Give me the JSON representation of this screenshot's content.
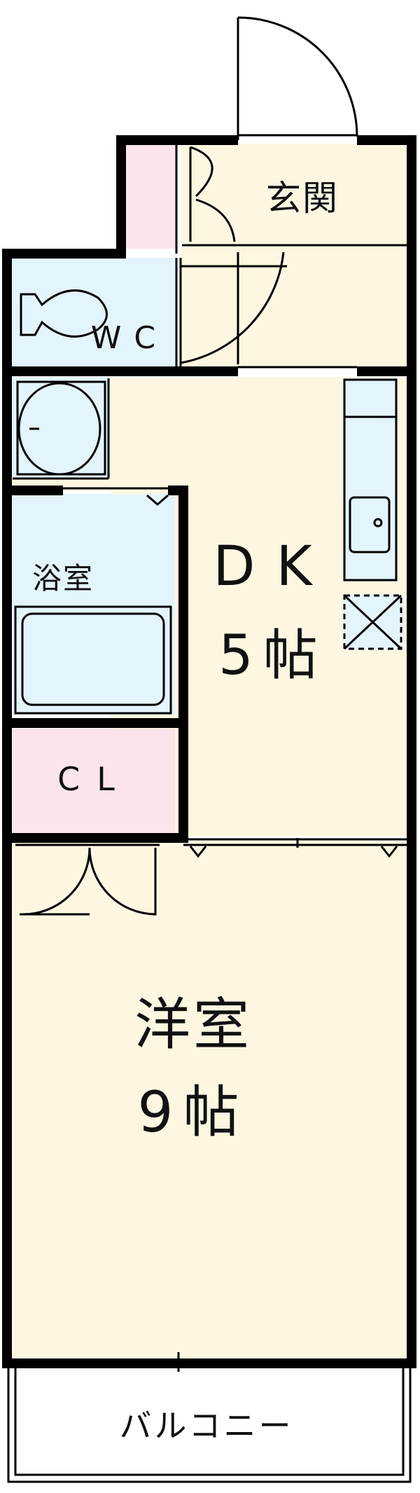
{
  "floorplan": {
    "colors": {
      "wall": "#000000",
      "wet_area": "#e4f4fc",
      "living": "#fdf7e1",
      "closet": "#fbe4ea",
      "balcony": "#ffffff"
    },
    "rooms": {
      "entrance": {
        "name": "玄関"
      },
      "wc": {
        "name": "WC"
      },
      "bath": {
        "name": "浴室"
      },
      "closet": {
        "name": "CL"
      },
      "dk": {
        "name": "DK",
        "size": "5帖"
      },
      "western": {
        "name": "洋室",
        "size": "9帖"
      },
      "balcony": {
        "name": "バルコニー"
      }
    }
  }
}
